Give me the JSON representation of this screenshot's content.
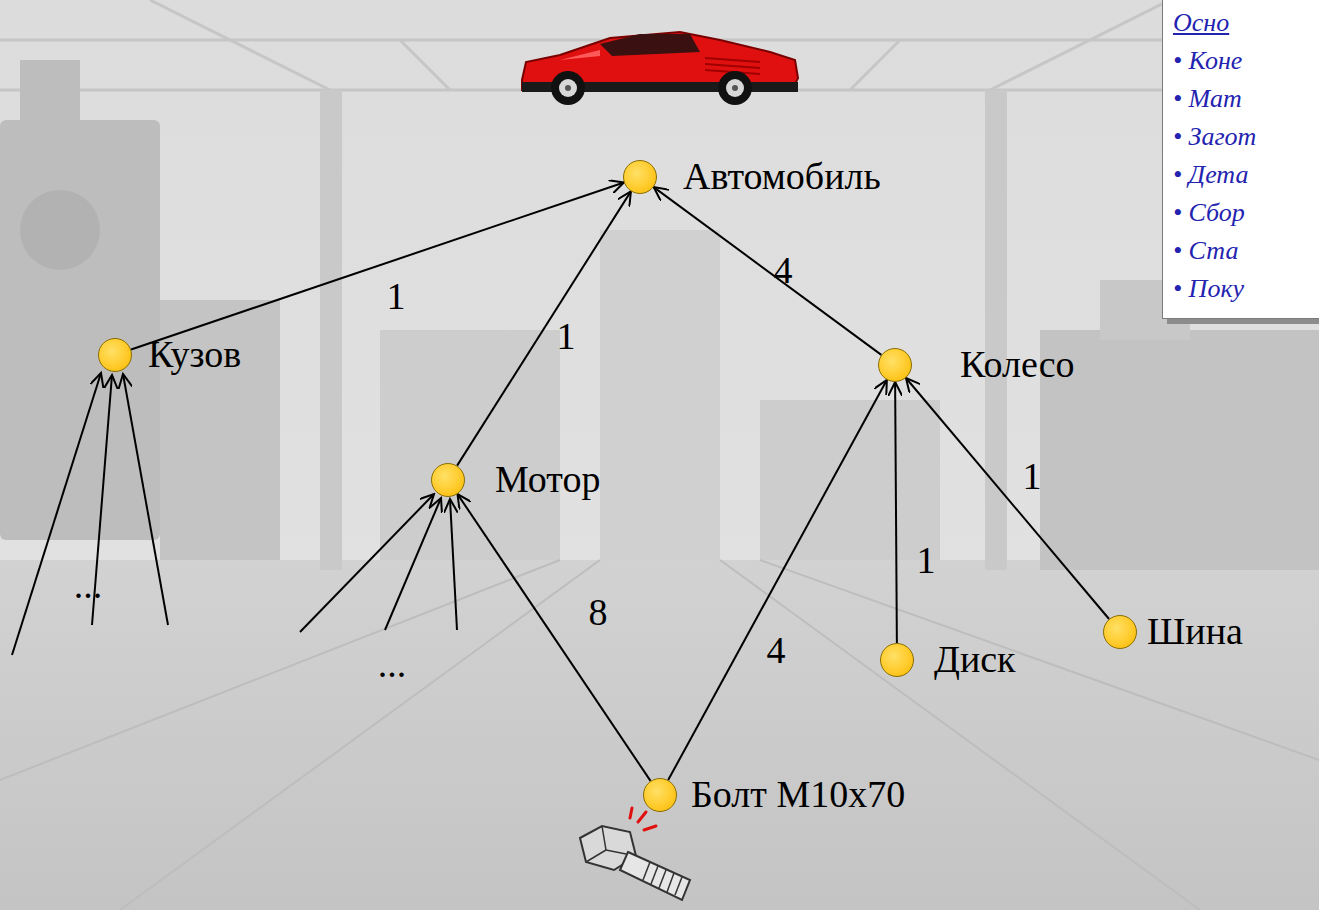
{
  "diagram": {
    "nodes": [
      {
        "text": [
          "Автомобиль"
        ]
      },
      {
        "text": [
          "Кузов"
        ]
      },
      {
        "text": [
          "Мотор"
        ]
      },
      {
        "text": [
          "Колесо"
        ]
      },
      {
        "text": [
          "Диск"
        ]
      },
      {
        "text": [
          "Шина"
        ]
      },
      {
        "text": [
          "Болт М10х70"
        ]
      },
      {
        "text": [
          "Осно",
          "• Коне",
          "• Мат",
          "• Загот",
          "• Дета",
          "• Сбор",
          "• Ста",
          "• Поку"
        ]
      }
    ],
    "edges": [
      {
        "from": 1,
        "to": 0,
        "label": "1",
        "arrow": "to"
      },
      {
        "from": 2,
        "to": 0,
        "label": "1",
        "arrow": "to"
      },
      {
        "from": 3,
        "to": 0,
        "label": "4",
        "arrow": "to"
      },
      {
        "from": 6,
        "to": 2,
        "label": "8",
        "arrow": "to"
      },
      {
        "from": 6,
        "to": 3,
        "label": "4",
        "arrow": "to"
      },
      {
        "from": 4,
        "to": 3,
        "label": "1",
        "arrow": "to"
      },
      {
        "from": 5,
        "to": 3,
        "label": "1",
        "arrow": "to"
      }
    ],
    "labels": [
      "...",
      "..."
    ]
  }
}
